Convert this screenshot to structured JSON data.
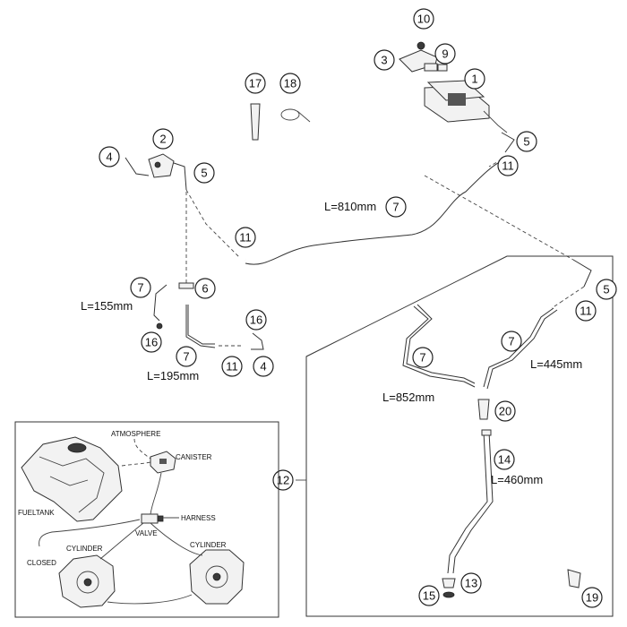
{
  "callouts": [
    {
      "id": "c1",
      "label": "1"
    },
    {
      "id": "c2",
      "label": "2"
    },
    {
      "id": "c3",
      "label": "3"
    },
    {
      "id": "c4a",
      "label": "4"
    },
    {
      "id": "c4b",
      "label": "4"
    },
    {
      "id": "c5a",
      "label": "5"
    },
    {
      "id": "c5b",
      "label": "5"
    },
    {
      "id": "c5c",
      "label": "5"
    },
    {
      "id": "c6",
      "label": "6"
    },
    {
      "id": "c7a",
      "label": "7"
    },
    {
      "id": "c7b",
      "label": "7"
    },
    {
      "id": "c7c",
      "label": "7"
    },
    {
      "id": "c7d",
      "label": "7"
    },
    {
      "id": "c7e",
      "label": "7"
    },
    {
      "id": "c9",
      "label": "9"
    },
    {
      "id": "c10",
      "label": "10"
    },
    {
      "id": "c11a",
      "label": "11"
    },
    {
      "id": "c11b",
      "label": "11"
    },
    {
      "id": "c11c",
      "label": "11"
    },
    {
      "id": "c11d",
      "label": "11"
    },
    {
      "id": "c12",
      "label": "12"
    },
    {
      "id": "c13",
      "label": "13"
    },
    {
      "id": "c14",
      "label": "14"
    },
    {
      "id": "c15",
      "label": "15"
    },
    {
      "id": "c16a",
      "label": "16"
    },
    {
      "id": "c16b",
      "label": "16"
    },
    {
      "id": "c17",
      "label": "17"
    },
    {
      "id": "c18",
      "label": "18"
    },
    {
      "id": "c19",
      "label": "19"
    },
    {
      "id": "c20",
      "label": "20"
    }
  ],
  "dimensions": {
    "hose_810": "L=810mm",
    "hose_155": "L=155mm",
    "hose_195": "L=195mm",
    "hose_852": "L=852mm",
    "hose_445": "L=445mm",
    "hose_460": "L=460mm"
  },
  "inset": {
    "atmosphere": "ATMOSPHERE",
    "canister": "CANISTER",
    "fueltank": "FUELTANK",
    "harness": "HARNESS",
    "valve": "VALVE",
    "closed": "CLOSED",
    "cylinder_left": "CYLINDER",
    "cylinder_right": "CYLINDER"
  }
}
